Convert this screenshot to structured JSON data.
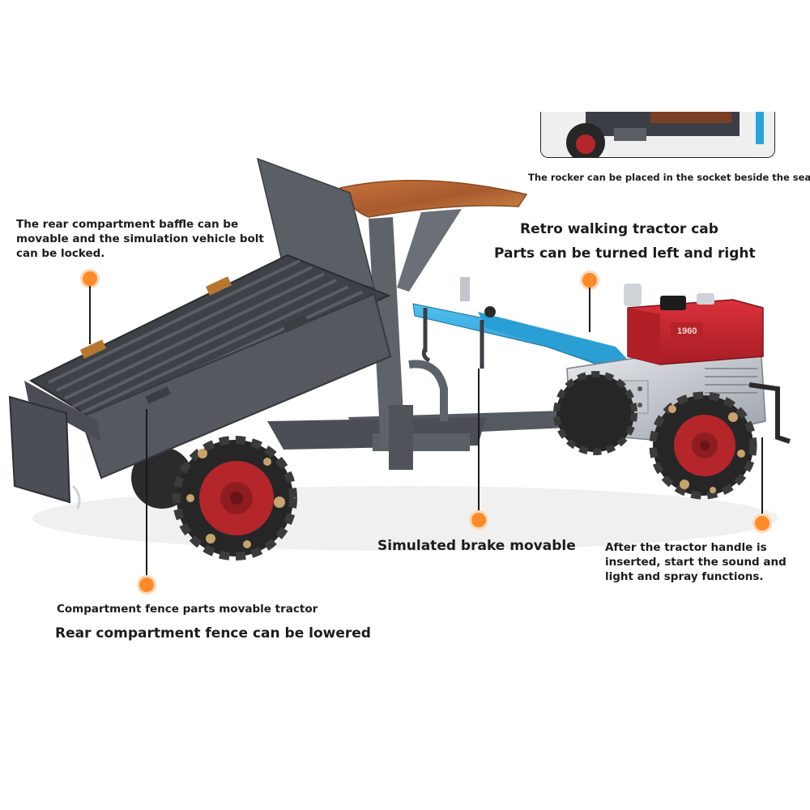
{
  "inset": {
    "caption": "The rocker can be placed in the socket beside the seat"
  },
  "callouts": {
    "rear_baffle": {
      "line1": "The rear compartment baffle can be",
      "line2": "movable and the simulation vehicle bolt",
      "line3": "can be locked."
    },
    "cab": {
      "title": "Retro walking tractor cab",
      "subtitle": "Parts can be turned left and right"
    },
    "brake": {
      "text": "Simulated brake movable"
    },
    "handle": {
      "line1": "After the tractor handle is",
      "line2": "inserted, start the sound and",
      "line3": "light and spray functions."
    },
    "fence": {
      "line1": "Compartment fence parts movable tractor",
      "line2": "Rear compartment fence can be lowered"
    }
  },
  "engine_plate": "1960",
  "colors": {
    "accent": "#ff8a2a",
    "trailer_gray": "#4b4b52",
    "handle_blue": "#2aa5dc",
    "engine_red": "#c9252d",
    "wheel_red": "#b4262a",
    "seat_rust": "#b8632e"
  }
}
